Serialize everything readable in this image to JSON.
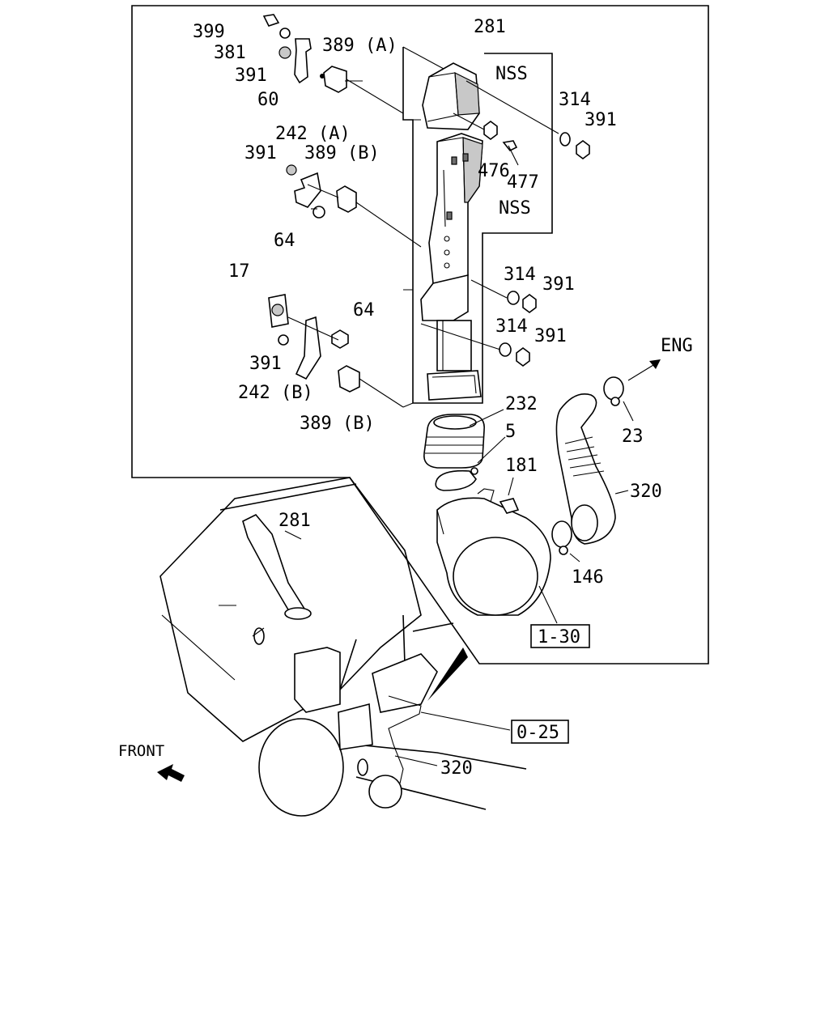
{
  "labels": {
    "l281_top": "281",
    "l399": "399",
    "l381": "381",
    "l391_a": "391",
    "l60": "60",
    "l389a": "389 (A)",
    "nss_top": "NSS",
    "l314_a": "314",
    "l391_b": "391",
    "l242a": "242 (A)",
    "l391_c": "391",
    "l389b_top": "389 (B)",
    "l476": "476",
    "l477": "477",
    "nss_mid": "NSS",
    "l64_a": "64",
    "l17": "17",
    "l314_b": "314",
    "l391_d": "391",
    "l64_b": "64",
    "l314_c": "314",
    "l391_e": "391",
    "l391_f": "391",
    "eng": "ENG",
    "l242b": "242 (B)",
    "l232": "232",
    "l23": "23",
    "l389b_bot": "389 (B)",
    "l5": "5",
    "l181": "181",
    "l320_a": "320",
    "l281_bot": "281",
    "l146": "146",
    "ref_1_30": "1-30",
    "ref_0_25": "0-25",
    "front": "FRONT",
    "l320_b": "320"
  },
  "icons": {
    "eng_arrow": "arrow-up-right-icon",
    "front_arrow": "arrow-left-solid-icon"
  }
}
